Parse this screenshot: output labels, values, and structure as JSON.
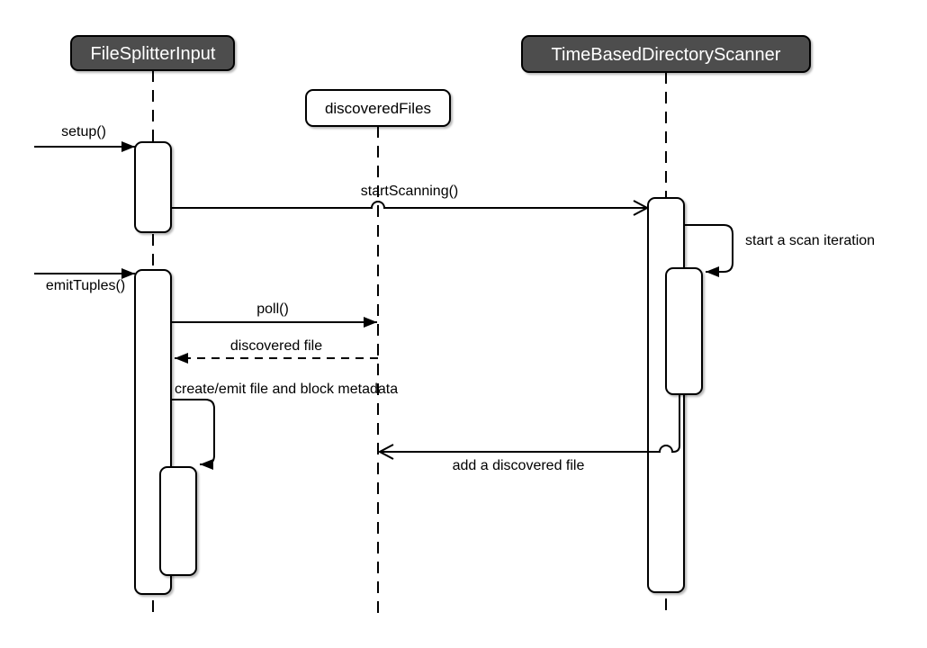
{
  "diagram": {
    "type": "uml-sequence",
    "participants": [
      {
        "id": "fileSplitterInput",
        "label": "FileSplitterInput",
        "kind": "class-header"
      },
      {
        "id": "discoveredFiles",
        "label": "discoveredFiles",
        "kind": "object"
      },
      {
        "id": "timeBasedDirectoryScanner",
        "label": "TimeBasedDirectoryScanner",
        "kind": "class-header"
      }
    ],
    "messages": [
      {
        "label": "setup()",
        "from": "external",
        "to": "fileSplitterInput",
        "line": "solid",
        "arrowhead": "filled"
      },
      {
        "label": "startScanning()",
        "from": "fileSplitterInput",
        "to": "timeBasedDirectoryScanner",
        "line": "solid",
        "arrowhead": "open"
      },
      {
        "label": "emitTuples()",
        "from": "external",
        "to": "fileSplitterInput",
        "line": "solid",
        "arrowhead": "filled"
      },
      {
        "label": "poll()",
        "from": "fileSplitterInput",
        "to": "discoveredFiles",
        "line": "solid",
        "arrowhead": "filled"
      },
      {
        "label": "discovered file",
        "from": "discoveredFiles",
        "to": "fileSplitterInput",
        "line": "dashed",
        "arrowhead": "filled"
      },
      {
        "label": "create/emit file and block metadata",
        "from": "fileSplitterInput",
        "to": "fileSplitterInput",
        "line": "solid",
        "arrowhead": "filled"
      },
      {
        "label": "start a scan iteration",
        "from": "timeBasedDirectoryScanner",
        "to": "timeBasedDirectoryScanner",
        "line": "solid",
        "arrowhead": "filled"
      },
      {
        "label": "add a discovered file",
        "from": "timeBasedDirectoryScanner",
        "to": "discoveredFiles",
        "line": "solid",
        "arrowhead": "open"
      }
    ],
    "colors": {
      "participant_fill": "#4d4d4d",
      "participant_text": "#ffffff",
      "object_fill": "#ffffff",
      "line": "#000000",
      "background": "#ffffff"
    }
  }
}
